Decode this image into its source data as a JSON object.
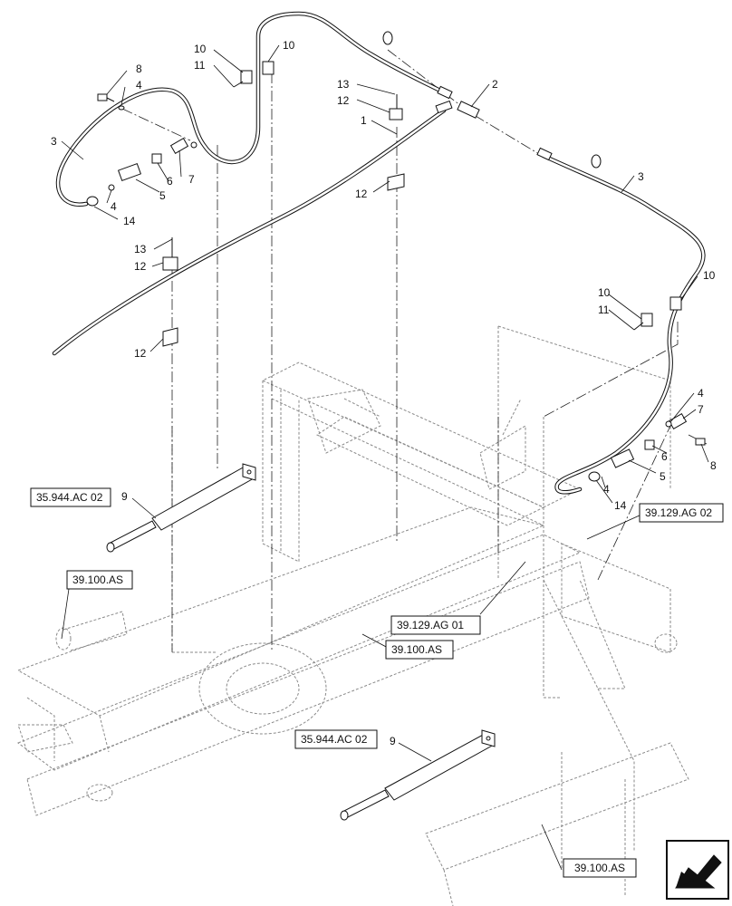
{
  "diagram": {
    "callouts": {
      "c1": "1",
      "c2": "2",
      "c3a": "3",
      "c3b": "3",
      "c4a": "4",
      "c4b": "4",
      "c4c": "4",
      "c4d": "4",
      "c5a": "5",
      "c5b": "5",
      "c6a": "6",
      "c6b": "6",
      "c7a": "7",
      "c7b": "7",
      "c8a": "8",
      "c8b": "8",
      "c9a": "9",
      "c9b": "9",
      "c10a": "10",
      "c10b": "10",
      "c10c": "10",
      "c10d": "10",
      "c11a": "11",
      "c11b": "11",
      "c12a": "12",
      "c12b": "12",
      "c12c": "12",
      "c12d": "12",
      "c13a": "13",
      "c13b": "13",
      "c14a": "14",
      "c14b": "14"
    },
    "refs": {
      "ref_35944_top": "35.944.AC 02",
      "ref_35944_bottom": "35.944.AC 02",
      "ref_39100_left": "39.100.AS",
      "ref_39100_mid": "39.100.AS",
      "ref_39100_bottom": "39.100.AS",
      "ref_39129_01": "39.129.AG 01",
      "ref_39129_02": "39.129.AG 02"
    },
    "nav_icon": "arrow-icon"
  }
}
